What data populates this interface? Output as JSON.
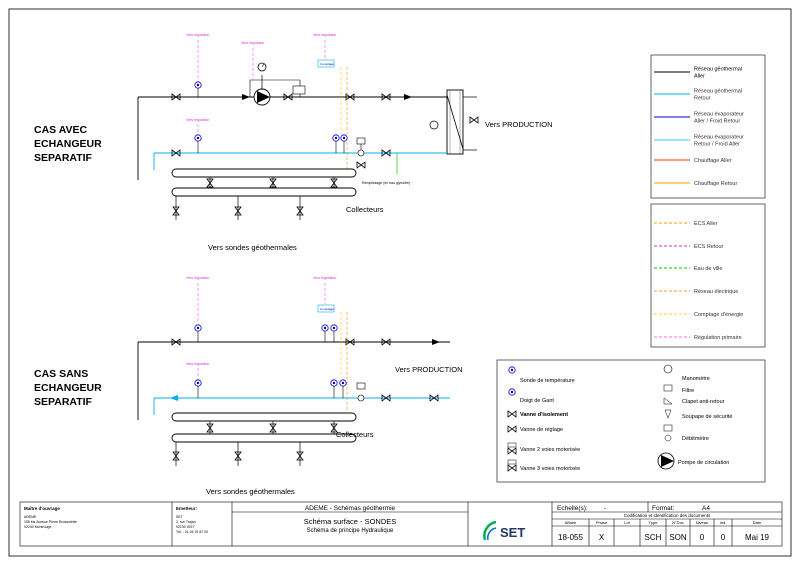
{
  "colors": {
    "geo_aller": "#000000",
    "geo_retour": "#00b0f0",
    "evap_aller": "#0000cc",
    "evap_retour": "#33ccff",
    "chauffage_aller": "#ff3300",
    "chauffage_retour": "#ff9900",
    "ecs_aller": "#ff9900",
    "ecs_retour": "#cc33cc",
    "eau_ville": "#00cc00",
    "reseau_electrique": "#ff9933",
    "comptage": "#ffcc33",
    "regulation": "#ff66ff",
    "pump_fill": "#000000"
  },
  "upper": {
    "title_lines": [
      "CAS AVEC",
      "ECHANGEUR",
      "SEPARATIF"
    ],
    "vers_production": "Vers PRODUCTION",
    "collecteurs": "Collecteurs",
    "sondes": "Vers sondes géothermales",
    "remplissage": "Remplissage (en eau glycolée)",
    "tag1": "Vers régulation",
    "tag2": "Vers régulation",
    "tag3": "Vers régulation",
    "tag4": "Vers régulation",
    "tag_box": "Comptage"
  },
  "lower": {
    "title_lines": [
      "CAS SANS",
      "ECHANGEUR",
      "SEPARATIF"
    ],
    "vers_production": "Vers PRODUCTION",
    "collecteurs": "Collecteurs",
    "sondes": "Vers sondes géothermales",
    "tag1": "Vers régulation",
    "tag2": "Vers régulation",
    "tag3": "Vers régulation",
    "tag_box": "Comptage"
  },
  "legend_lines": [
    {
      "label": "Réseau géothermal Aller",
      "lines": [
        "Réseau géothermal",
        "Aller"
      ],
      "color_key": "geo_aller"
    },
    {
      "label": "Réseau géothermal Retour",
      "lines": [
        "Réseau géothermal",
        "Retour"
      ],
      "color_key": "geo_retour"
    },
    {
      "label": "Réseau évaporateur Aller / Froid Retour",
      "lines": [
        "Réseau évaporateur",
        "Aller / Froid Retour"
      ],
      "color_key": "evap_aller"
    },
    {
      "label": "Réseau évaporateur Retour / Froid Aller",
      "lines": [
        "Réseau évaporateur",
        "Retour / Froid Aller"
      ],
      "color_key": "evap_retour"
    },
    {
      "label": "Chauffage Aller",
      "lines": [
        "Chauffage Aller"
      ],
      "color_key": "chauffage_aller"
    },
    {
      "label": "Chauffage Retour",
      "lines": [
        "Chauffage Retour"
      ],
      "color_key": "chauffage_retour"
    },
    {
      "label": "ECS Aller",
      "lines": [
        "ECS Aller"
      ],
      "color_key": "ecs_aller"
    },
    {
      "label": "ECS Retour",
      "lines": [
        "ECS Retour"
      ],
      "color_key": "ecs_retour"
    },
    {
      "label": "Eau de ville",
      "lines": [
        "Eau de ville"
      ],
      "color_key": "eau_ville"
    },
    {
      "label": "Réseau électrique",
      "lines": [
        "Réseau électrique"
      ],
      "color_key": "reseau_electrique"
    },
    {
      "label": "Comptage d'énergie",
      "lines": [
        "Comptage d'énergie"
      ],
      "color_key": "comptage"
    },
    {
      "label": "Régulation primaire",
      "lines": [
        "Régulation primaire"
      ],
      "color_key": "regulation"
    }
  ],
  "legend_symbols": {
    "sonde_temperature": "Sonde de température",
    "doigt_de_gant": "Doigt de Gant",
    "vanne_isolement": "Vanne d'isolement",
    "vanne_reglage": "Vanne de réglage",
    "vanne_2_voies": "Vanne 2 voies motorisée",
    "vanne_3_voies": "Vanne 3 voies motorisée",
    "manometre": "Manomètre",
    "filtre": "Filtre",
    "clapet": "Clapet anti-retour",
    "soupape": "Soupape de sécurité",
    "debitmetre": "Débitmètre",
    "pompe": "Pompe de circulation"
  },
  "cartouche": {
    "maitre_label": "Maître d'ouvrage",
    "maitre_lines": [
      "ADEME",
      "155 bis Avenue Pierre Brossolette",
      "92240 Montrouge"
    ],
    "emetteur_label": "Emetteur:",
    "emetteur_lines": [
      "SET",
      "2, rue Trajan",
      "92130 ISSY",
      "Tél. : 01 46 76 87 00"
    ],
    "project_title": "ADEME - Schémas géothermie",
    "schema_title": "Schéma surface - SONDES",
    "schema_subtitle": "Schéma de principe Hydraulique",
    "logo_text": "SET",
    "echelle_label": "Echelle(s):",
    "echelle_value": "-",
    "format_label": "Format:",
    "format_value": "A4",
    "codification_title": "Codification et identification des documents",
    "columns": [
      "Affaire",
      "Phase",
      "Lot",
      "Type",
      "N°Doc",
      "Niveau",
      "Ind.",
      "Date"
    ],
    "values": [
      "18-055",
      "X",
      "",
      "SCH",
      "SON",
      "0",
      "0",
      "Mai 19"
    ]
  }
}
